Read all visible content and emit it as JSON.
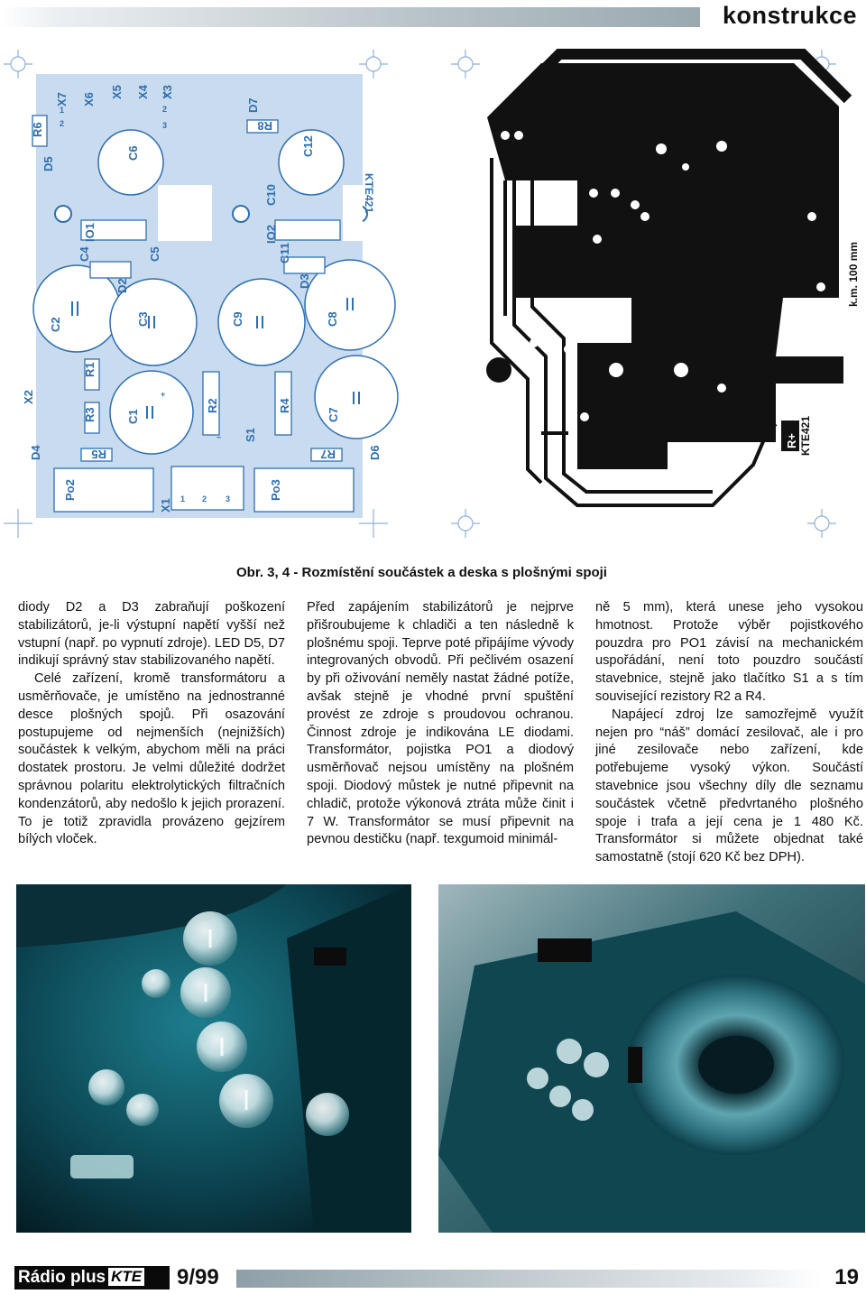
{
  "header": {
    "section": "konstrukce"
  },
  "figure": {
    "caption": "Obr. 3, 4 - Rozmístění součástek a deska s plošnými spoji",
    "layout_labels": {
      "resistors": [
        "R1",
        "R2",
        "R3",
        "R4",
        "R5",
        "R6",
        "R7",
        "R8"
      ],
      "capacitors": [
        "C1",
        "C2",
        "C3",
        "C4",
        "C5",
        "C6",
        "C7",
        "C8",
        "C9",
        "C10",
        "C11",
        "C12"
      ],
      "diodes": [
        "D2",
        "D3",
        "D4",
        "D5",
        "D6",
        "D7"
      ],
      "ics": [
        "IO1",
        "IO2"
      ],
      "connectors": [
        "X1",
        "X2",
        "X3",
        "X4",
        "X5",
        "X6",
        "X7"
      ],
      "fuses": [
        "Po2",
        "Po3"
      ],
      "switch": "S1",
      "pins_123": [
        "1",
        "2",
        "3"
      ],
      "pins_321": [
        "3",
        "2",
        "1"
      ],
      "pins_21": [
        "2",
        "1"
      ],
      "pin_tilde": "~",
      "pin_plus": "+"
    },
    "board_mark": "KTE421",
    "pcb_mark": "KTE421",
    "logo_text": "R+",
    "scale_label": "k.m. 100 mm"
  },
  "article": {
    "col1": [
      "diody D2 a D3 zabraňují poškození stabilizátorů, je-li výstupní napětí vyšší než vstupní (např. po vypnutí zdroje). LED D5, D7 indikují správný stav stabilizovaného napětí.",
      "Celé zařízení, kromě transformátoru a usměrňovače, je umístěno na jednostranné desce plošných spojů. Při osazování postupujeme od nejmenších (nejnižších) součástek k velkým, abychom měli na práci dostatek prostoru. Je velmi důležité dodržet správnou polaritu elektrolytických filtračních kondenzátorů, aby nedošlo k jejich prorazení. To je totiž zpravidla provázeno gejzírem bílých vloček."
    ],
    "col2": [
      "Před zapájením stabilizátorů je nejprve přišroubujeme k chladiči a ten následně k plošnému spoji. Teprve poté připájíme vývody integrovaných obvodů. Při pečlivém osazení by při oživování neměly nastat žádné potíže, avšak stejně je vhodné první spuštění provést ze zdroje s proudovou ochranou. Činnost zdroje je indikována LE diodami. Transformátor, pojistka PO1 a diodový usměrňovač nejsou umístěny na plošném spoji. Diodový můstek je nutné připevnit na chladič, protože výkonová ztráta může činit i 7 W. Transformátor se musí připevnit na pevnou destičku (např. texgumoid minimál-"
    ],
    "col3": [
      "ně 5 mm), která unese jeho vysokou hmotnost. Protože výběr pojistkového pouzdra pro PO1 závisí na mechanickém uspořádání, není toto pouzdro součástí stavebnice, stejně jako tlačítko S1 a s tím související rezistory R2 a R4.",
      "Napájecí zdroj lze samozřejmě využít nejen pro “náš” domácí zesilovač, ale i pro jiné zesilovače nebo zařízení, kde potřebujeme vysoký výkon. Součástí stavebnice jsou všechny díly dle seznamu součástek včetně předvrtaného plošného spoje i trafa a její cena je 1 480 Kč. Transformátor si můžete objednat také samostatně (stojí 620 Kč bez DPH)."
    ]
  },
  "footer": {
    "magazine": "Rádio plus",
    "brand": "KTE",
    "issue": "9/99",
    "page": "19"
  },
  "colors": {
    "pcb_ink": "#111111",
    "layout_blue": "#2f6fb0",
    "photo_teal": "#0f5c6b",
    "header_grey": "#b9c4c9"
  }
}
